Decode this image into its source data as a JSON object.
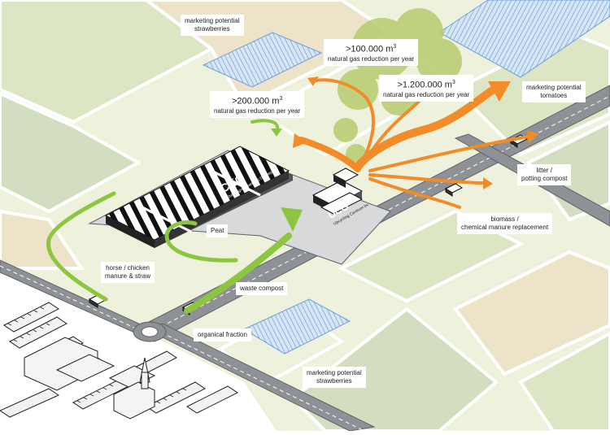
{
  "labels": {
    "strawberries_top": [
      "marketing potential",
      "strawberries"
    ],
    "tomatoes": [
      "marketing potential",
      "tomatoes"
    ],
    "gas_100k": {
      "value": ">100.000 m",
      "sup": "3",
      "caption": "natural gas reduction per year"
    },
    "gas_1200k": {
      "value": ">1.200.000 m",
      "sup": "3",
      "caption": "natural gas reduction per year"
    },
    "gas_200k": {
      "value": ">200.000 m",
      "sup": "3",
      "caption": "natural gas reduction per year"
    },
    "litter": [
      "litter /",
      "potting compost"
    ],
    "biomass": [
      "biomass /",
      "chemical manure replacement"
    ],
    "peat": "Peat",
    "horse": [
      "horse / chicken",
      "manure & straw"
    ],
    "waste_compost": "waste compost",
    "organical": "organical fraction",
    "strawberries_bottom": [
      "marketing potential",
      "strawberries"
    ]
  },
  "buildings": {
    "ckg_code": "CKG",
    "ckg_name": "Champignonkwekerij Gennep bv",
    "ucg_code": "UCG",
    "ucg_name": "Upcycling Centrum bv"
  },
  "colors": {
    "field_light": "#eef1dc",
    "field_green": "#dde6c4",
    "field_sage": "#d3ddc0",
    "field_beige": "#ece3c8",
    "road": "#8e9296",
    "road_edge": "#5e6266",
    "lot": "#d7d9db",
    "orange": "#f28c28",
    "green_arrow": "#8cc63f",
    "tree": "#b7cc6e",
    "greenhouse": "#9fc1e6"
  }
}
